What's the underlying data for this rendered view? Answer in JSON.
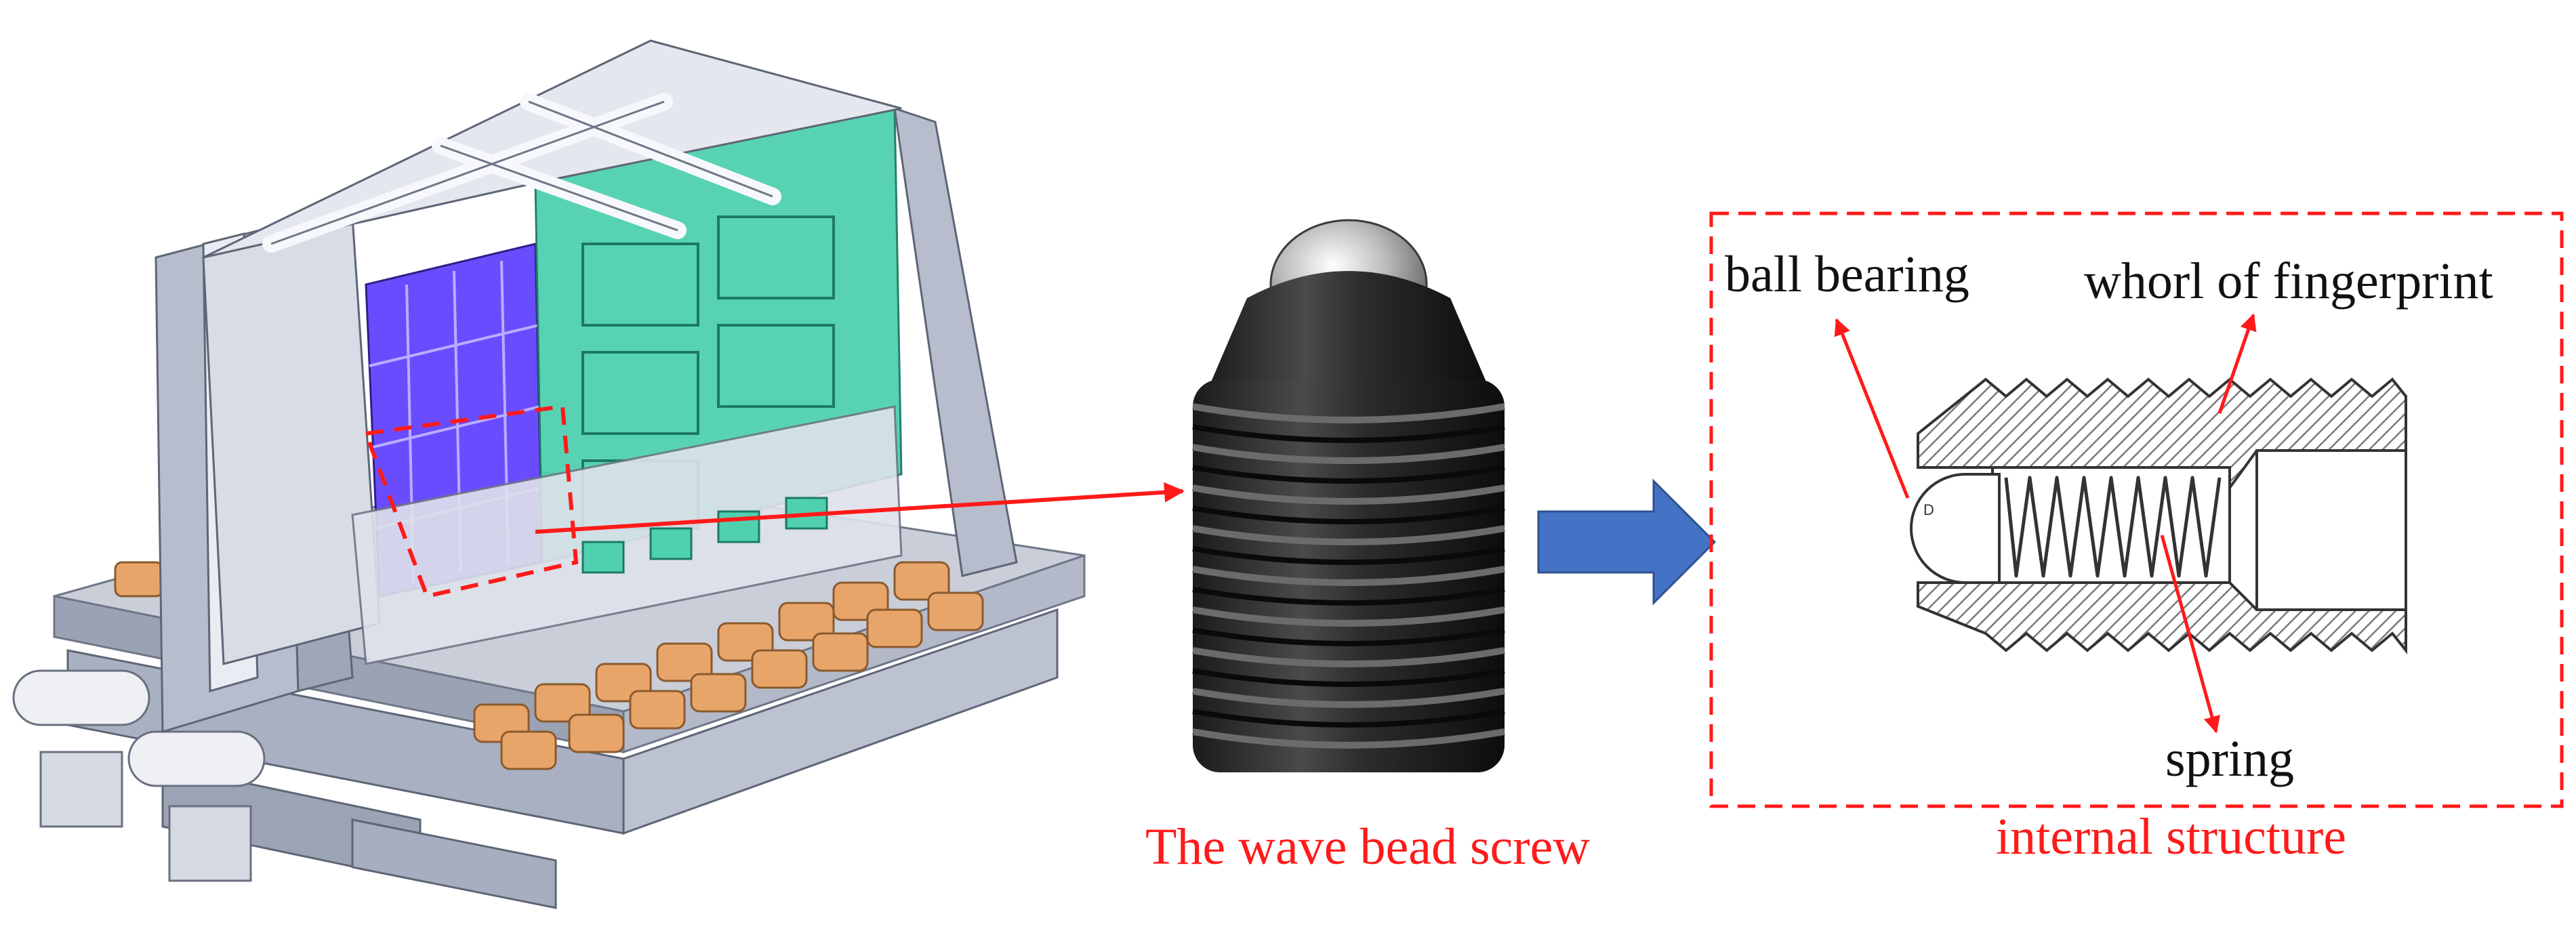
{
  "labels": {
    "ball_bearing": "ball bearing",
    "whorl": "whorl of fingerprint",
    "spring": "spring",
    "caption_screw": "The wave bead screw",
    "caption_structure": "internal structure",
    "ball_marker": "D"
  },
  "colors": {
    "accent_red": "#ff1a1a",
    "arrow_blue": "#4472c4",
    "panel_green": "#4fd1b0",
    "panel_purple": "#6a4cff",
    "pad_orange": "#e8a56a",
    "frame_gray": "#aeb6c9"
  },
  "icons": {
    "big_arrow": "right-block-arrow",
    "pointer": "red-pointer-arrow"
  }
}
